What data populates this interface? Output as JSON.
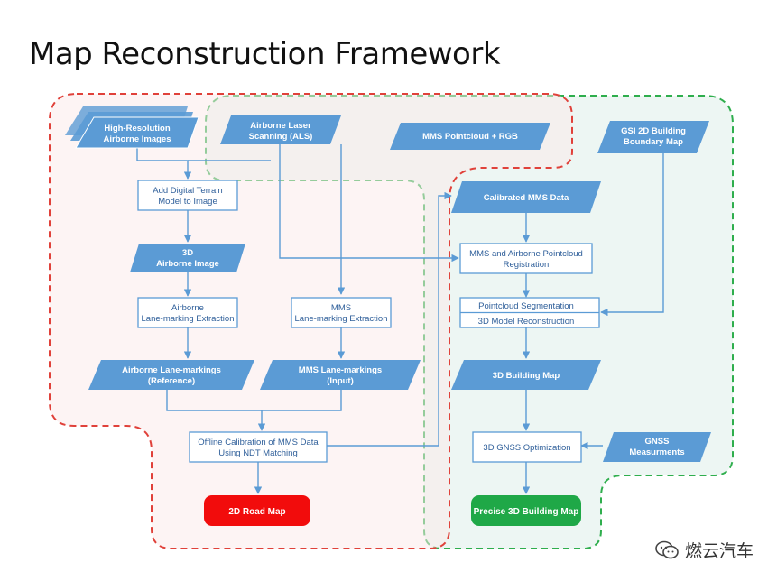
{
  "title": "Map Reconstruction Framework",
  "nodes": {
    "hr_images": [
      "High-Resolution",
      "Airborne Images"
    ],
    "als": [
      "Airborne Laser",
      "Scanning (ALS)"
    ],
    "mms_pointcloud": [
      "MMS Pointcloud + RGB"
    ],
    "gsi": [
      "GSI 2D Building",
      "Boundary Map"
    ],
    "add_dtm": [
      "Add Digital Terrain",
      "Model to Image"
    ],
    "calibrated_mms": [
      "Calibrated MMS Data"
    ],
    "airborne_3d": [
      "3D",
      "Airborne Image"
    ],
    "registration": [
      "MMS and Airborne Pointcloud",
      "Registration"
    ],
    "airborne_extraction": [
      "Airborne",
      "Lane-marking Extraction"
    ],
    "mms_extraction": [
      "MMS",
      "Lane-marking Extraction"
    ],
    "segmentation": [
      "Pointcloud Segmentation"
    ],
    "reconstruction": [
      "3D Model Reconstruction"
    ],
    "airborne_markings": [
      "Airborne Lane-markings",
      "(Reference)"
    ],
    "mms_markings": [
      "MMS Lane-markings",
      "(Input)"
    ],
    "building_map": [
      "3D Building Map"
    ],
    "offline_calibration": [
      "Offline Calibration of MMS Data",
      "Using NDT Matching"
    ],
    "gnss_opt": [
      "3D GNSS Optimization"
    ],
    "gnss_meas": [
      "GNSS",
      "Measurments"
    ],
    "road_map": [
      "2D Road Map"
    ],
    "building_precise": [
      "Precise 3D Building Map"
    ]
  },
  "colors": {
    "parallelogram": "#5b9bd5",
    "box_border": "#5b9bd5",
    "box_text": "#2f5f9a",
    "red_region": "#e0413a",
    "green_region": "#2fae4d",
    "road_map_fill": "#f20c0c",
    "building_map_fill": "#1fa847",
    "arrow": "#5b9bd5"
  },
  "watermark": {
    "text": "燃云汽车",
    "icon": "wechat-icon"
  }
}
